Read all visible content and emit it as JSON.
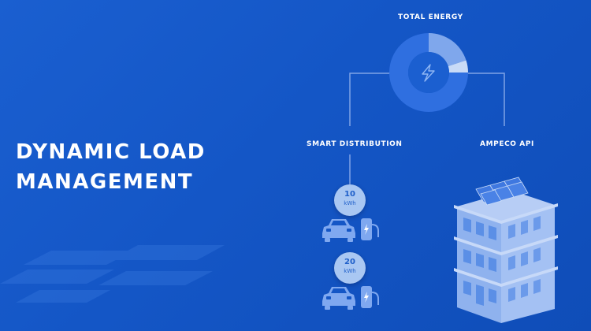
{
  "heading": {
    "line1": "DYNAMIC LOAD",
    "line2": "MANAGEMENT"
  },
  "diagram": {
    "total_energy_label": "TOTAL ENERGY",
    "smart_distribution_label": "SMART DISTRIBUTION",
    "api_label": "AMPECO API",
    "charger_1": {
      "value": "10",
      "unit": "kWh"
    },
    "charger_2": {
      "value": "20",
      "unit": "kWh"
    }
  },
  "donut": {
    "segments": [
      {
        "share": 0.2,
        "color": "#7fa7ec"
      },
      {
        "share": 0.05,
        "color": "#c9dbf7"
      },
      {
        "share": 0.75,
        "color": "#2f6fe0"
      }
    ]
  },
  "colors": {
    "background": "#1456c6",
    "line": "#7fa3e6",
    "building": "#8fb2ee",
    "car": "#7fa8f0"
  },
  "icons": [
    "lightning-icon",
    "car-icon",
    "charger-icon",
    "solar-panel-icon",
    "building-icon"
  ]
}
